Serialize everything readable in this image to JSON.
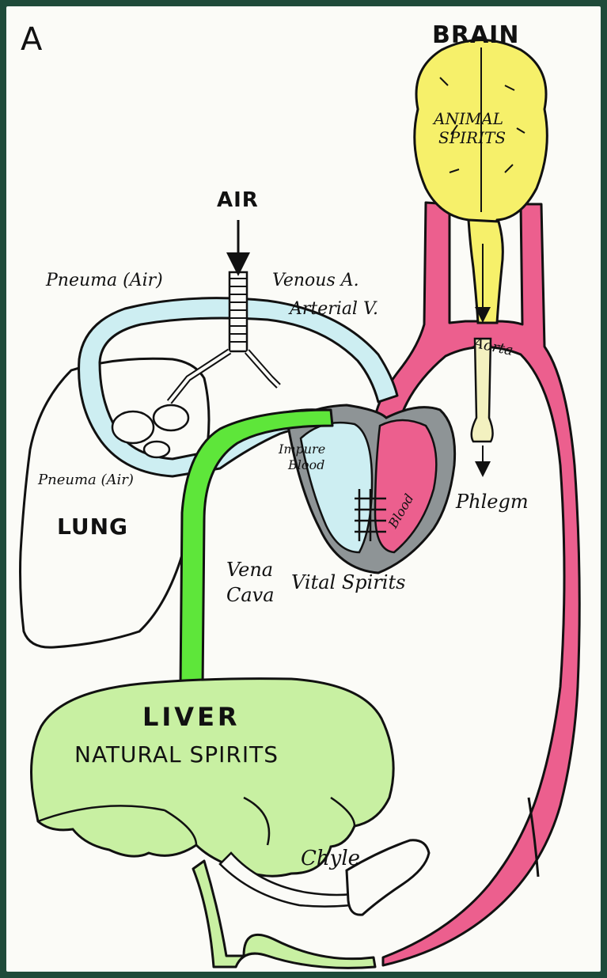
{
  "figure_letter": "A",
  "labels": {
    "brain": "BRAIN",
    "animal_spirits_1": "ANIMAL",
    "animal_spirits_2": "SPIRITS",
    "air": "AIR",
    "pneuma_top": "Pneuma (Air)",
    "venous_a": "Venous A.",
    "arterial_v": "Arterial V.",
    "aorta": "Aorta",
    "impure_blood_1": "Impure",
    "impure_blood_2": "Blood",
    "pneuma_lower": "Pneuma (Air)",
    "lung": "LUNG",
    "blood": "Blood",
    "phlegm": "Phlegm",
    "vena_cava_1": "Vena",
    "vena_cava_2": "Cava",
    "vital_spirits": "Vital Spirits",
    "liver": "LIVER",
    "natural_spirits": "NATURAL SPIRITS",
    "chyle": "Chyle"
  },
  "colors": {
    "background_frame": "#1f4a3a",
    "brain_yellow": "#f6f06a",
    "pneuma_blue": "#cdeef2",
    "aorta_pink": "#ec5f8e",
    "vena_green": "#5ee63a",
    "liver_green": "#c8f0a2",
    "heart_gray": "#8e9496",
    "outline": "#111111"
  }
}
